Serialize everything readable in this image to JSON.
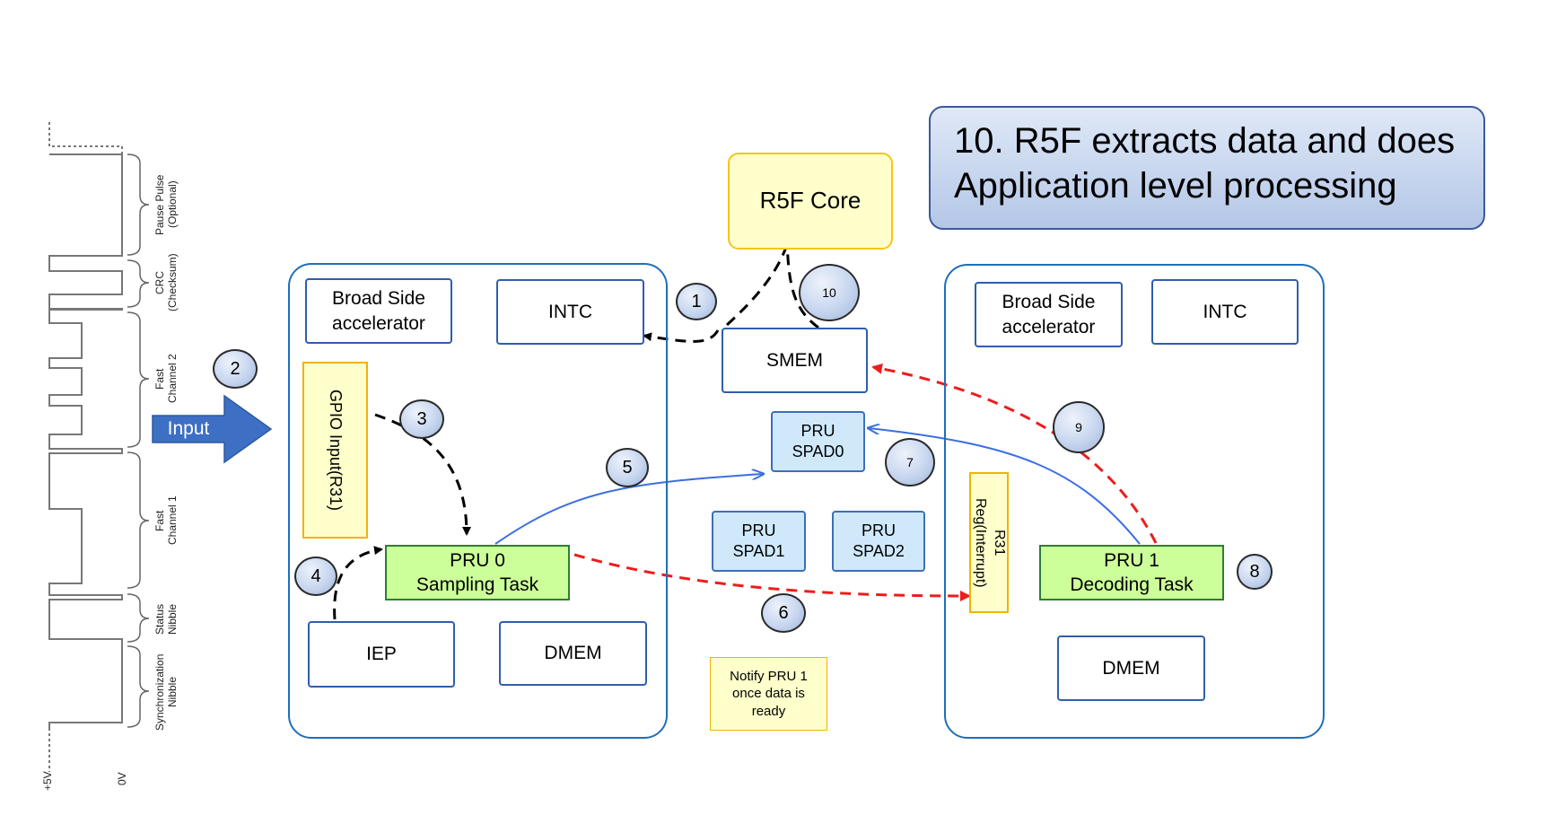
{
  "callout": {
    "line1": "10. R5F extracts data and does",
    "line2": "Application level processing"
  },
  "r5f_core": "R5F Core",
  "smem": "SMEM",
  "spad0": {
    "line1": "PRU",
    "line2": "SPAD0"
  },
  "spad1": {
    "line1": "PRU",
    "line2": "SPAD1"
  },
  "spad2": {
    "line1": "PRU",
    "line2": "SPAD2"
  },
  "note": {
    "line1": "Notify PRU 1",
    "line2": "once data is",
    "line3": "ready"
  },
  "pru0_block": {
    "bsa_line1": "Broad Side",
    "bsa_line2": "accelerator",
    "intc": "INTC",
    "gpio": "GPIO Input(R31)",
    "pru_line1": "PRU 0",
    "pru_line2": "Sampling Task",
    "iep": "IEP",
    "dmem": "DMEM"
  },
  "pru1_block": {
    "bsa_line1": "Broad Side",
    "bsa_line2": "accelerator",
    "intc": "INTC",
    "r31_line1": "R31",
    "r31_line2": "Reg(Interrupt)",
    "pru_line1": "PRU 1",
    "pru_line2": "Decoding Task",
    "dmem": "DMEM"
  },
  "input_label": "Input",
  "steps": [
    "1",
    "2",
    "3",
    "4",
    "5",
    "6",
    "7",
    "8",
    "9",
    "10"
  ],
  "waveform": {
    "segments": [
      {
        "line1": "Pause Pulse",
        "line2": "(Optional)"
      },
      {
        "line1": "CRC",
        "line2": "(Checksum)"
      },
      {
        "line1": "Fast",
        "line2": "Channel 2"
      },
      {
        "line1": "Fast",
        "line2": "Channel 1"
      },
      {
        "line1": "Status",
        "line2": "Nibble"
      },
      {
        "line1": "Synchronization",
        "line2": "Nibble"
      }
    ],
    "axis": [
      "+5V",
      "0V"
    ]
  },
  "colors": {
    "box_border": "#2f5eab",
    "pru_fill": "#ccff99",
    "spad_fill": "#cfe9fb",
    "highlight_fill": "#ffffcc",
    "control_arrow": "#000000",
    "data_arrow": "#3b6fe0",
    "notify_arrow": "#ee1c1c",
    "input_arrow": "#3d6fc4"
  }
}
